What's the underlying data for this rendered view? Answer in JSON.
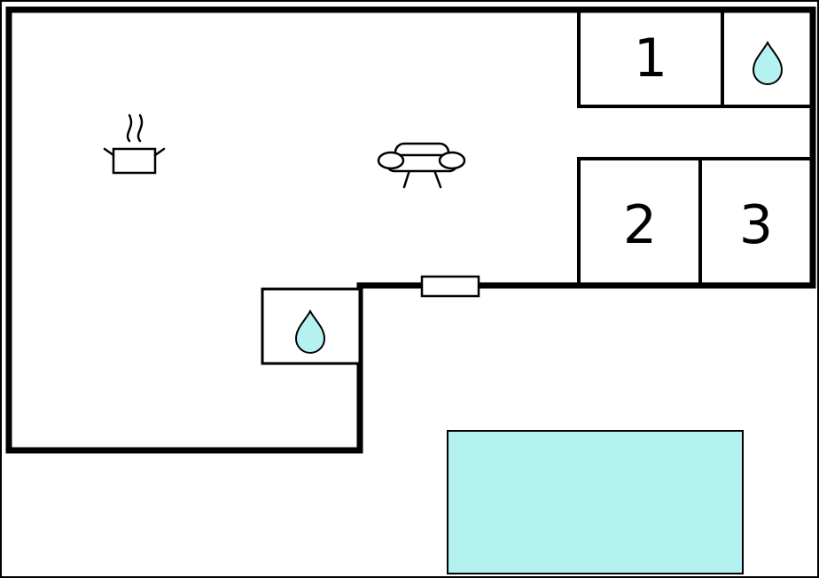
{
  "title": "apartment-floor-plan",
  "colors": {
    "background": "#ffffff",
    "wall": "#000000",
    "water": "#b4f1f1"
  },
  "rooms": {
    "room1": {
      "label": "1",
      "type": "bedroom"
    },
    "room2": {
      "label": "2",
      "type": "bedroom"
    },
    "room3": {
      "label": "3",
      "type": "bedroom"
    },
    "bathroom_top_right": {
      "label": "",
      "icon": "water-drop-icon"
    },
    "bathroom_middle": {
      "label": "",
      "icon": "water-drop-icon"
    }
  },
  "icons": {
    "kitchen": "cooking-pot-with-steam-icon",
    "living_room": "sofa-icon",
    "bathroom_1": "water-drop-icon",
    "bathroom_2": "water-drop-icon",
    "entrance": "door-window-symbol",
    "pool": "swimming-pool-area"
  }
}
